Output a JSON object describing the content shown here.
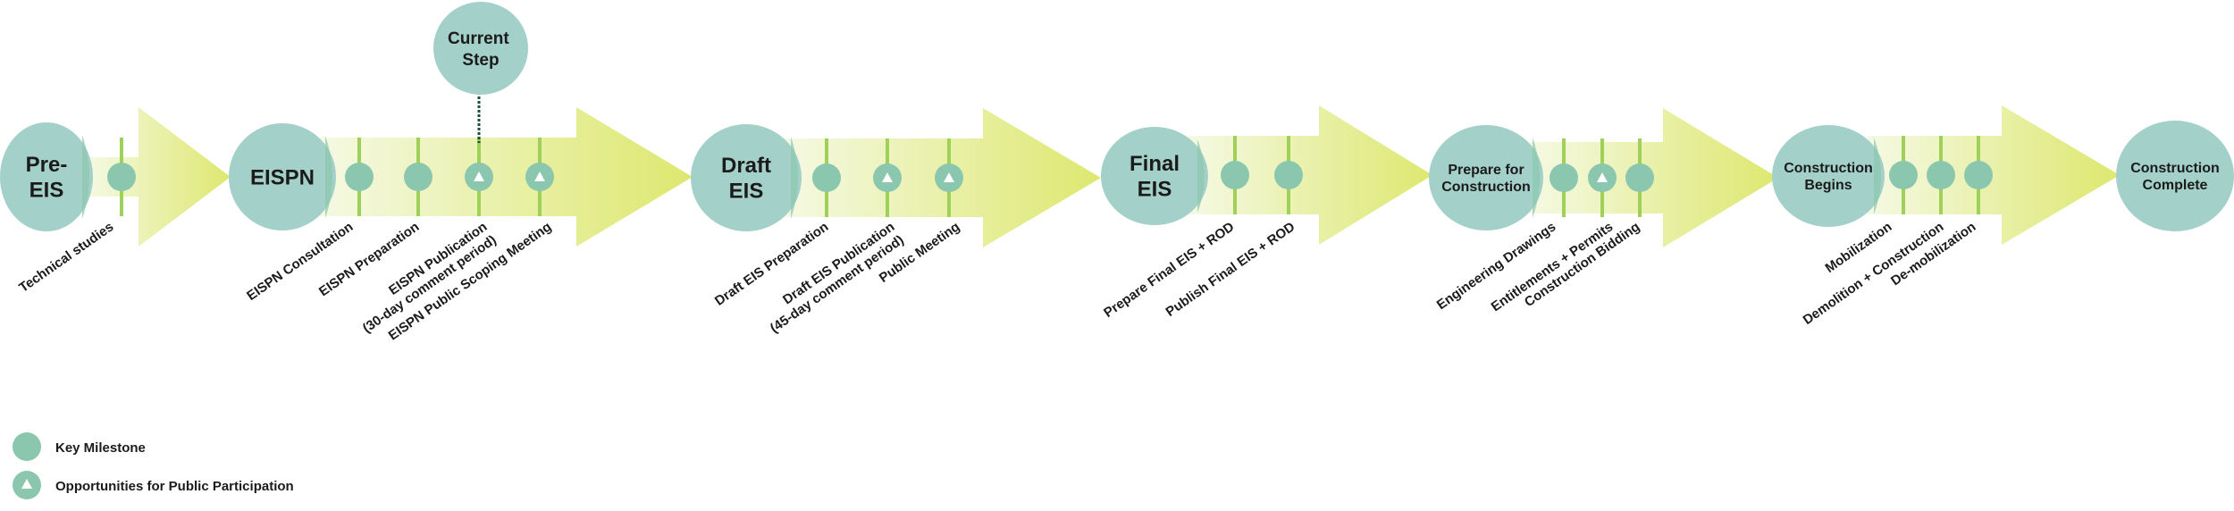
{
  "colors": {
    "milestone_fill": "#8bc7ae",
    "blob_fill": "#a3d0c8",
    "arrow_light": "#f5f9e4",
    "arrow_dark": "#dde86f",
    "connector_line": "#9fd05a",
    "callout_line": "#1d4d3a"
  },
  "current_step": {
    "label_line1": "Current",
    "label_line2": "Step"
  },
  "stages": [
    {
      "id": "pre-eis",
      "lines": [
        "Pre-",
        "EIS"
      ],
      "steps": [
        {
          "lines": [
            "Technical studies"
          ],
          "public": false
        }
      ]
    },
    {
      "id": "eispn",
      "lines": [
        "EISPN"
      ],
      "steps": [
        {
          "lines": [
            "EISPN Consultation"
          ],
          "public": false
        },
        {
          "lines": [
            "EISPN Preparation"
          ],
          "public": false
        },
        {
          "lines": [
            "EISPN Publication",
            "(30-day comment period)"
          ],
          "public": true
        },
        {
          "lines": [
            "EISPN Public Scoping Meeting"
          ],
          "public": true
        }
      ]
    },
    {
      "id": "draft-eis",
      "lines": [
        "Draft",
        "EIS"
      ],
      "steps": [
        {
          "lines": [
            "Draft EIS Preparation"
          ],
          "public": false
        },
        {
          "lines": [
            "Draft EIS Publication",
            "(45-day comment period)"
          ],
          "public": true
        },
        {
          "lines": [
            "Public Meeting"
          ],
          "public": true
        }
      ]
    },
    {
      "id": "final-eis",
      "lines": [
        "Final",
        "EIS"
      ],
      "steps": [
        {
          "lines": [
            "Prepare Final EIS + ROD"
          ],
          "public": false
        },
        {
          "lines": [
            "Publish Final EIS + ROD"
          ],
          "public": false
        }
      ]
    },
    {
      "id": "prepare-for-construction",
      "lines": [
        "Prepare for",
        "Construction"
      ],
      "steps": [
        {
          "lines": [
            "Engineering Drawings"
          ],
          "public": false
        },
        {
          "lines": [
            "Entitlements + Permits"
          ],
          "public": true
        },
        {
          "lines": [
            "Construction Bidding"
          ],
          "public": false
        }
      ]
    },
    {
      "id": "construction-begins",
      "lines": [
        "Construction",
        "Begins"
      ],
      "steps": [
        {
          "lines": [
            "Mobilization"
          ],
          "public": false
        },
        {
          "lines": [
            "Demolition + Construction"
          ],
          "public": false
        },
        {
          "lines": [
            "De-mobilization"
          ],
          "public": false
        }
      ]
    },
    {
      "id": "construction-complete",
      "lines": [
        "Construction",
        "Complete"
      ],
      "steps": []
    }
  ],
  "legend": {
    "key_milestone": "Key Milestone",
    "public_participation": "Opportunities for Public Participation"
  }
}
